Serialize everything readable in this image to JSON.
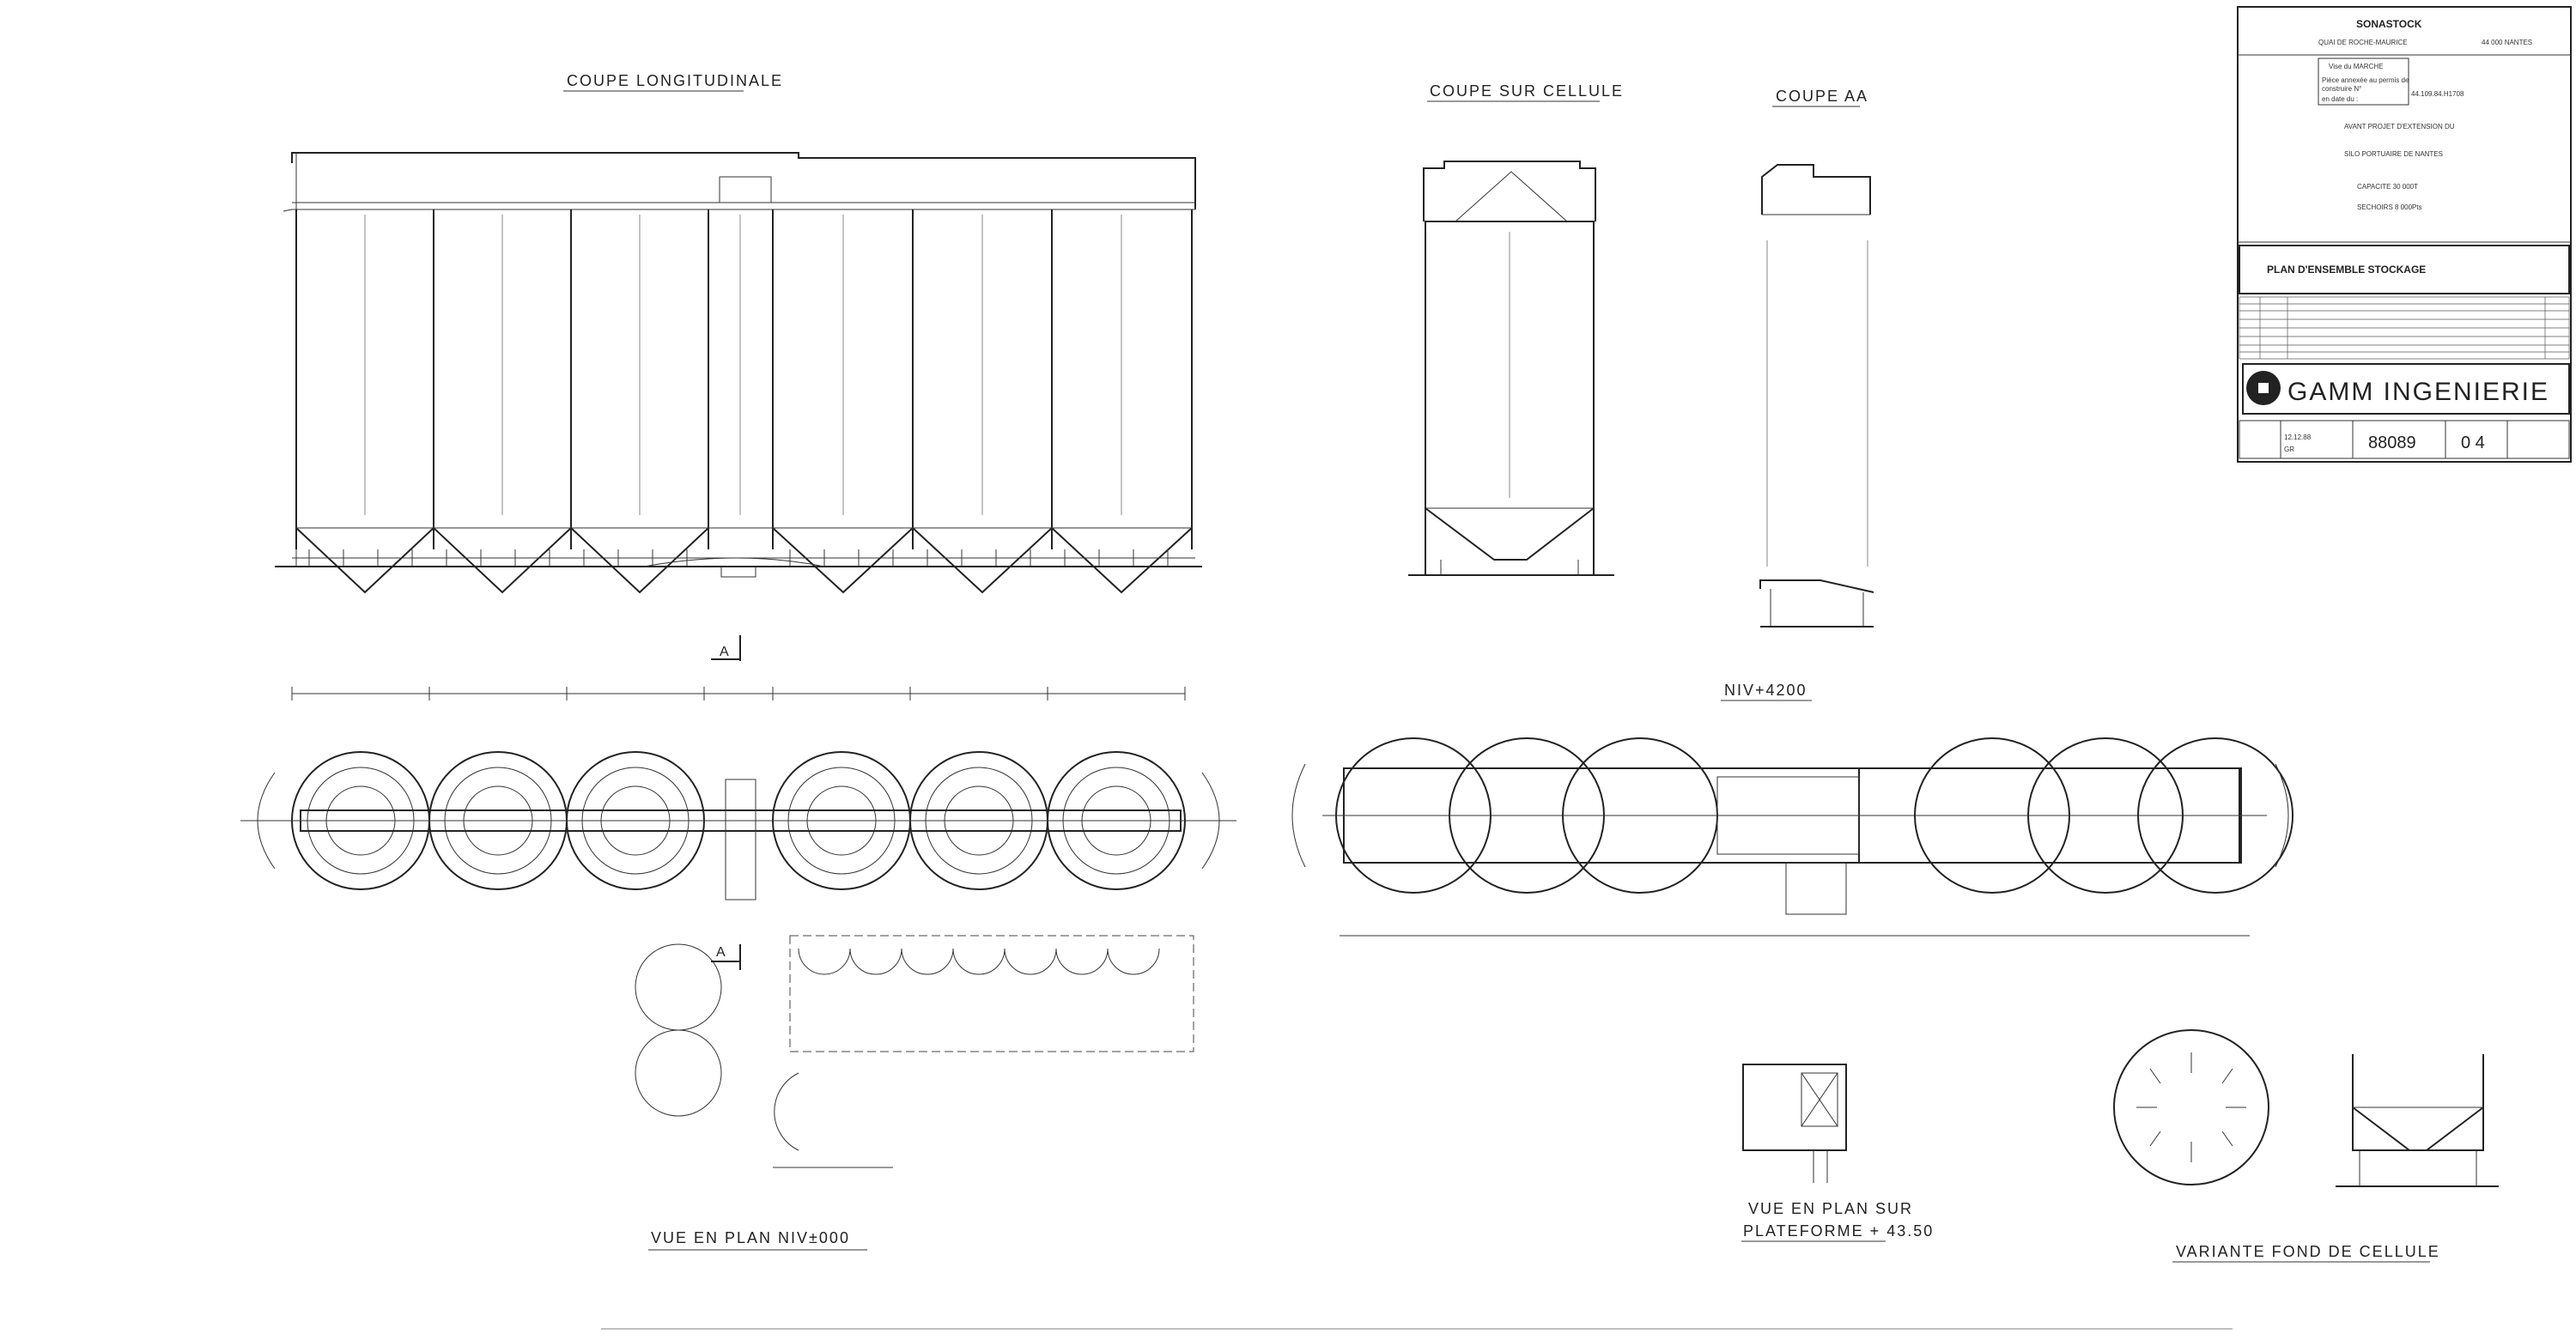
{
  "views": {
    "coupe_longitudinale": "COUPE LONGITUDINALE",
    "coupe_sur_cellule": "COUPE SUR CELLULE",
    "coupe_aa": "COUPE AA",
    "section_marker_top": "A",
    "section_marker_bottom": "A",
    "niv_4200": "NIV+4200",
    "vue_en_plan_niv000": "VUE EN PLAN NIV±000",
    "vue_en_plan_plateforme_1": "VUE EN PLAN SUR",
    "vue_en_plan_plateforme_2": "PLATEFORME + 43.50",
    "variante_fond_de_cellule": "VARIANTE FOND DE CELLULE"
  },
  "title_block": {
    "company": "SONASTOCK",
    "address": "QUAI DE ROCHE-MAURICE",
    "postal_city": "44 000 NANTES",
    "stamp_line_1": "Vise du MARCHE",
    "stamp_line_2": "Pièce annexée au permis de",
    "stamp_line_3": "construire N°",
    "stamp_line_4": "en date du :",
    "permit_ref": "44.109.84.H1708",
    "project_line_1": "AVANT PROJET D'EXTENSION DU",
    "project_line_2": "SILO PORTUAIRE DE NANTES",
    "capacity": "CAPACITE 30 000T",
    "dryers": "SECHOIRS 8 000Pts",
    "plan_title": "PLAN D'ENSEMBLE STOCKAGE",
    "engineering_firm": "GAMM INGENIERIE",
    "project_number": "88089",
    "sheet_number": "0 4",
    "date": "12.12.88",
    "drawn_by": "GR"
  }
}
